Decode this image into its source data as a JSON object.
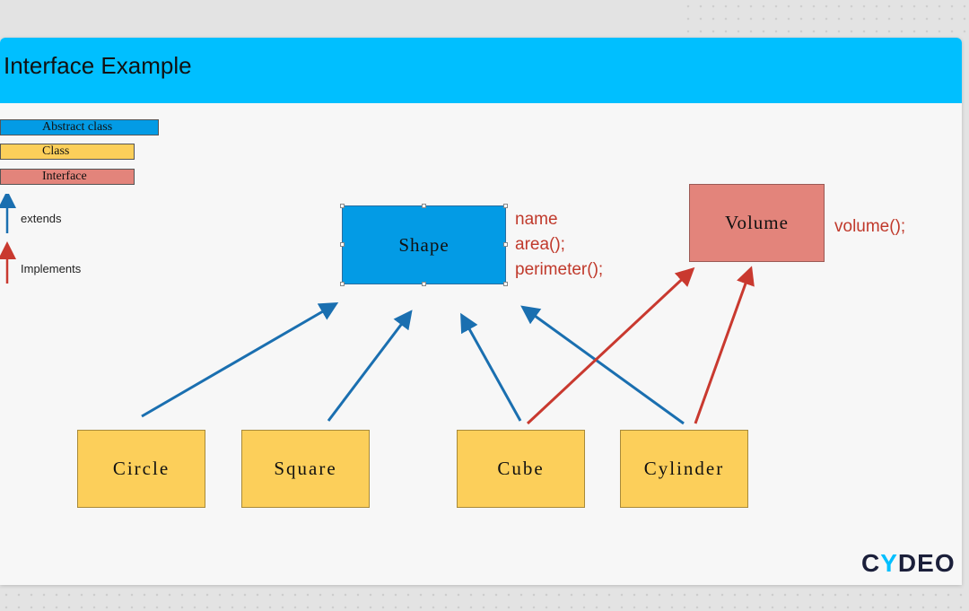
{
  "slide": {
    "title": "Interface Example"
  },
  "legend": {
    "abstract_class": "Abstract class",
    "class": "Class",
    "interface": "Interface",
    "extends": "extends",
    "implements": "Implements"
  },
  "nodes": {
    "shape": "Shape",
    "volume": "Volume",
    "circle": "Circle",
    "square": "Square",
    "cube": "Cube",
    "cylinder": "Cylinder"
  },
  "shape_members": {
    "line1": "name",
    "line2": "area();",
    "line3": "perimeter();"
  },
  "volume_members": {
    "line1": "volume();"
  },
  "logo": {
    "part1": "C",
    "part2": "Y",
    "part3": "DEO"
  },
  "colors": {
    "header": "#00bfff",
    "abstract_class": "#039be5",
    "class": "#fccf5a",
    "interface": "#e3847b",
    "extends_arrow": "#1a6fb0",
    "implements_arrow": "#c9392f",
    "member_text": "#c0392b"
  },
  "edges": [
    {
      "from": "Circle",
      "to": "Shape",
      "kind": "extends"
    },
    {
      "from": "Square",
      "to": "Shape",
      "kind": "extends"
    },
    {
      "from": "Cube",
      "to": "Shape",
      "kind": "extends"
    },
    {
      "from": "Cylinder",
      "to": "Shape",
      "kind": "extends"
    },
    {
      "from": "Cube",
      "to": "Volume",
      "kind": "implements"
    },
    {
      "from": "Cylinder",
      "to": "Volume",
      "kind": "implements"
    }
  ]
}
